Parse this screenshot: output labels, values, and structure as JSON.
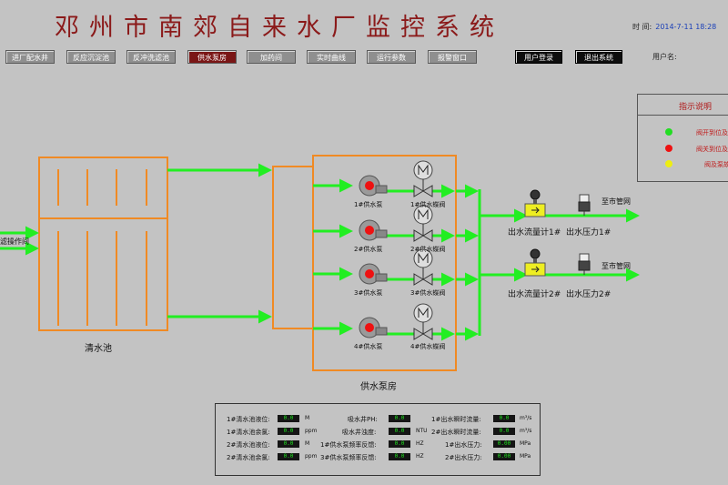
{
  "header": {
    "title": "邓州市南郊自来水厂监控系统",
    "time_label": "时 间:",
    "time_value": "2014-7-11 18:28"
  },
  "nav": [
    {
      "label": "进厂配水井",
      "active": false
    },
    {
      "label": "反应沉淀池",
      "active": false
    },
    {
      "label": "反冲洗滤池",
      "active": false
    },
    {
      "label": "供水泵房",
      "active": true
    },
    {
      "label": "加药间",
      "active": false
    },
    {
      "label": "实时曲线",
      "active": false
    },
    {
      "label": "运行参数",
      "active": false
    },
    {
      "label": "报警窗口",
      "active": false
    }
  ],
  "user": {
    "login": "用户登录",
    "logout": "退出系统",
    "user_label": "用户名:"
  },
  "legend": {
    "title": "指示说明",
    "items": [
      {
        "color": "#22dd22",
        "text": "阀开到位及"
      },
      {
        "color": "#ee1111",
        "text": "阀关到位及"
      },
      {
        "color": "#eeee11",
        "text": "阀及泵故"
      }
    ]
  },
  "process": {
    "inlet": "滤操作间",
    "tank": "清水池",
    "pump_room": "供水泵房",
    "pumps": [
      {
        "pump": "1#供水泵",
        "valve": "1#供水蝶阀"
      },
      {
        "pump": "2#供水泵",
        "valve": "2#供水蝶阀"
      },
      {
        "pump": "3#供水泵",
        "valve": "3#供水蝶阀"
      },
      {
        "pump": "4#供水泵",
        "valve": "4#供水蝶阀"
      }
    ],
    "outlets": [
      {
        "dest": "至市管网",
        "flow": "出水流量计1#",
        "pressure": "出水压力1#"
      },
      {
        "dest": "至市管网",
        "flow": "出水流量计2#",
        "pressure": "出水压力2#"
      }
    ]
  },
  "panel": {
    "col1": [
      {
        "label": "1#清水池液位:",
        "value": "0.0",
        "unit": "M"
      },
      {
        "label": "1#清水池余氯:",
        "value": "0.0",
        "unit": "ppm"
      },
      {
        "label": "2#清水池液位:",
        "value": "0.0",
        "unit": "M"
      },
      {
        "label": "2#清水池余氯:",
        "value": "0.0",
        "unit": "ppm"
      }
    ],
    "col2": [
      {
        "label": "吸水井PH:",
        "value": "0.0",
        "unit": ""
      },
      {
        "label": "吸水井浊度:",
        "value": "0.0",
        "unit": "NTU"
      },
      {
        "label": "1#供水泵频率反馈:",
        "value": "0.0",
        "unit": "HZ"
      },
      {
        "label": "3#供水泵频率反馈:",
        "value": "0.0",
        "unit": "HZ"
      }
    ],
    "col3": [
      {
        "label": "1#出水瞬时流量:",
        "value": "0.0",
        "unit": "m³/s"
      },
      {
        "label": "2#出水瞬时流量:",
        "value": "0.0",
        "unit": "m³/s"
      },
      {
        "label": "1#出水压力:",
        "value": "0.00",
        "unit": "MPa"
      },
      {
        "label": "2#出水压力:",
        "value": "0.00",
        "unit": "MPa"
      }
    ]
  },
  "colors": {
    "pipe": "#22ee22",
    "frame": "#f08a24",
    "stop": "#ee1111",
    "valve_yellow": "#eeee22"
  },
  "icons": [
    "pump-icon",
    "motor-icon",
    "butterfly-valve-icon",
    "flowmeter-icon",
    "pressure-gauge-icon"
  ]
}
